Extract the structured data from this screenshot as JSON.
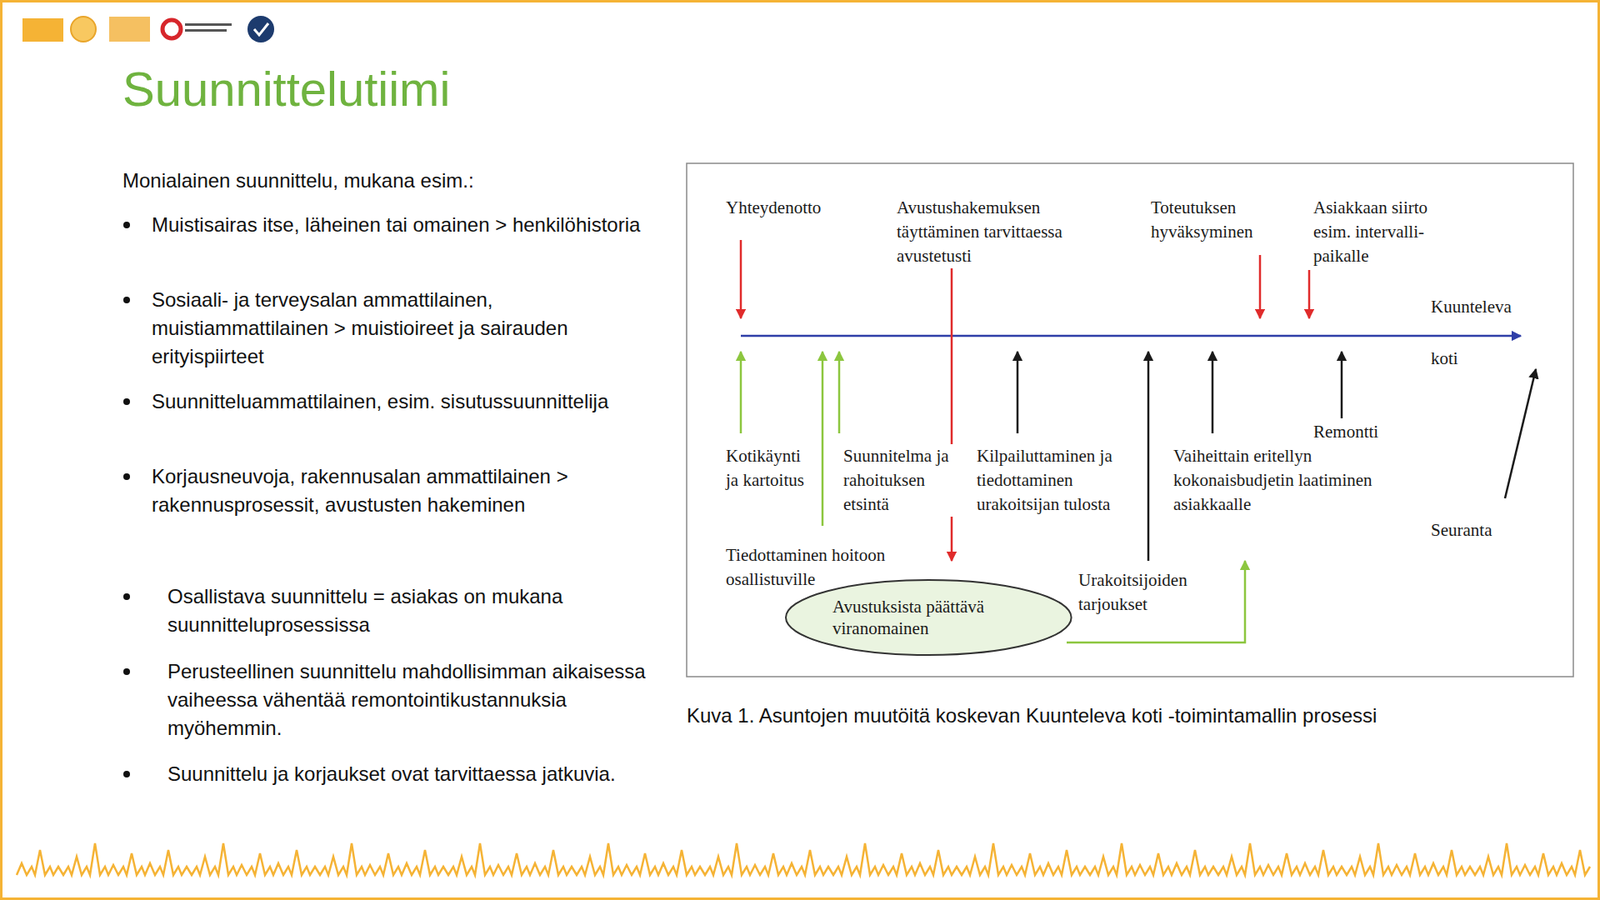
{
  "diagram": {
    "title": "Suunnittelutiimi",
    "caption": "Kuva 1. Asuntojen muutöitä koskevan Kuunteleva koti -toimintamallin prosessi",
    "nodes": [
      {
        "text": [
          "Avustuksista päättävä viranomainen"
        ]
      }
    ],
    "labels": [
      "Monialainen suunnittelu, mukana esim.:",
      "Muistisairas itse, läheinen tai omainen > henkilöhistoria",
      "Sosiaali- ja terveysalan ammattilainen, muistiammattilainen > muistioireet ja sairauden erityispiirteet",
      "Suunnitteluammattilainen, esim. sisutussuunnittelija",
      "Korjausneuvoja, rakennusalan ammattilainen > rakennusprosessit, avustusten hakeminen",
      "Osallistava suunnittelu = asiakas on mukana suunnitteluprosessissa",
      "Perusteellinen suunnittelu mahdollisimman aikaisessa vaiheessa vähentää remontointikustannuksia myöhemmin.",
      "Suunnittelu ja korjaukset ovat tarvittaessa jatkuvia.",
      "Yhteydenotto",
      "Avustushakemuksen täyttäminen tarvittaessa avustetusti",
      "Toteutuksen hyväksyminen",
      "Asiakkaan siirto esim. intervalli- paikalle",
      "Kuunteleva",
      "koti",
      "Remontti",
      "Kotikäynti ja kartoitus",
      "Suunnitelma ja rahoituksen etsintä",
      "Kilpailuttaminen ja tiedottaminen urakoitsijan tulosta",
      "Vaiheittain eritellyn kokonaisbudjetin laatiminen asiakkaalle",
      "Seuranta",
      "Tiedottaminen hoitoon osallistuville",
      "Urakoitsijoiden tarjoukset"
    ]
  }
}
